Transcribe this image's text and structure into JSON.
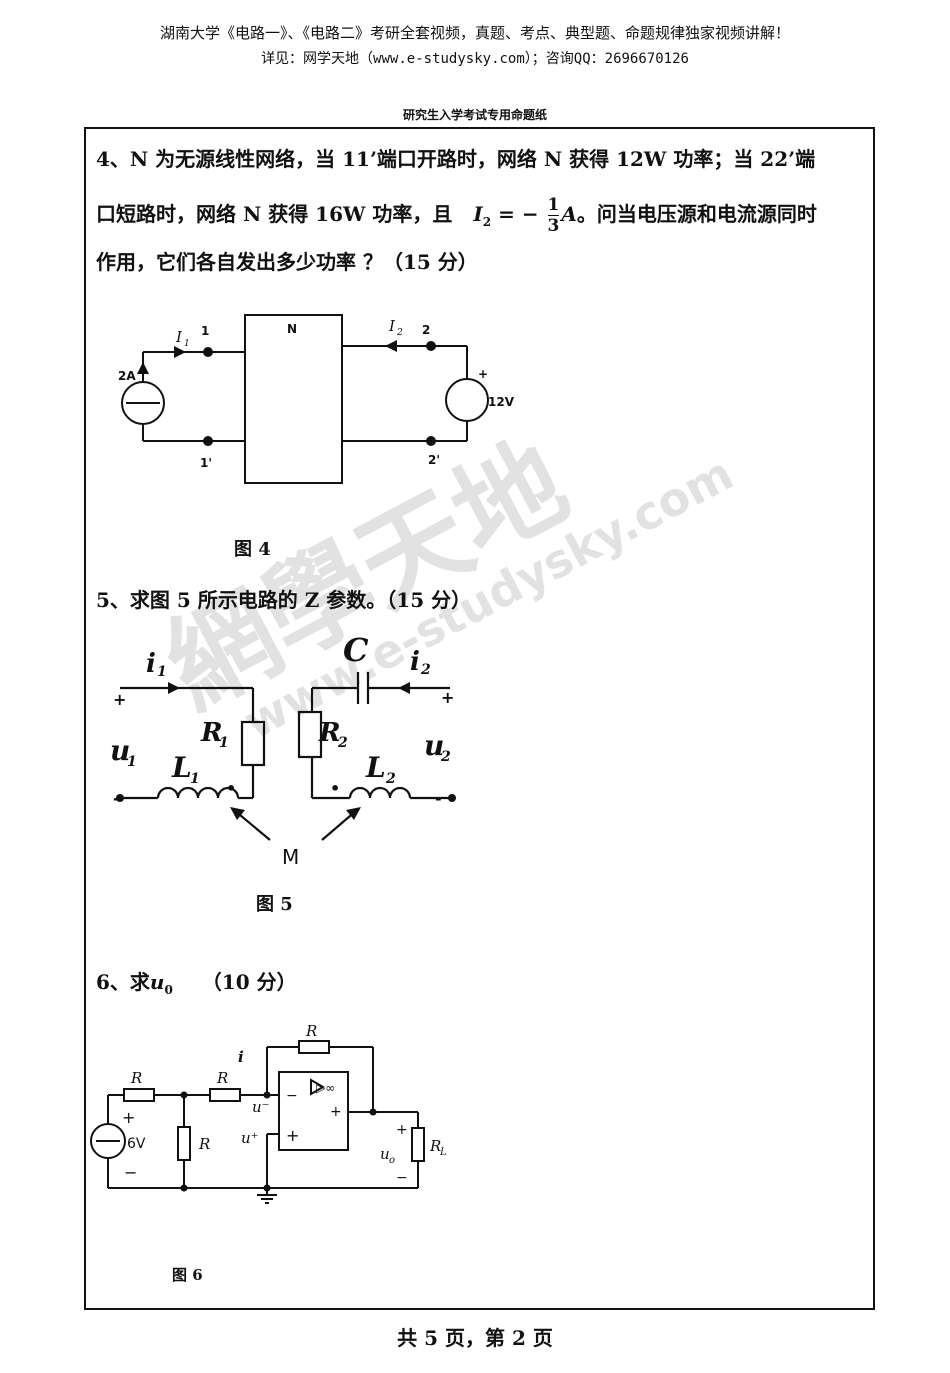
{
  "header": {
    "line1": "湖南大学《电路一》、《电路二》考研全套视频，真题、考点、典型题、命题规律独家视频讲解！",
    "line2": "详见：网学天地（www.e-studysky.com）；咨询QQ：2696670126"
  },
  "paper_title": "研究生入学考试专用命题纸",
  "q4": {
    "line1": "4、N 为无源线性网络，当 11’端口开路时，网络 N 获得 12W 功率；当 22’端",
    "line2a": "口短路时，网络 N 获得 16W 功率，且",
    "i2_sym": "I",
    "i2_sub": "2",
    "eq": "= −",
    "frac_num": "1",
    "frac_den": "3",
    "unit": "A",
    "line2b": "。问当电压源和电流源同时",
    "line3": "作用，它们各自发出多少功率 ？（15 分）",
    "fig": {
      "caption": "图 4",
      "box": "N",
      "I1": "I",
      "I1_sub": "1",
      "I2": "I",
      "I2_sub": "2",
      "p1": "1",
      "p1p": "1'",
      "p2": "2",
      "p2p": "2'",
      "isrc": "2A",
      "vsrc": "12V",
      "plus": "+"
    }
  },
  "q5": {
    "text": "5、求图 5 所示电路的 Z 参数。（15 分）",
    "fig": {
      "caption": "图 5",
      "i1": "i",
      "i1_sub": "1",
      "i2": "i",
      "i2_sub": "2",
      "C": "C",
      "R1": "R",
      "R1_sub": "1",
      "R2": "R",
      "R2_sub": "2",
      "L1": "L",
      "L1_sub": "1",
      "L2": "L",
      "L2_sub": "2",
      "u1": "u",
      "u1_sub": "1",
      "u2": "u",
      "u2_sub": "2",
      "M": "M",
      "plus": "+",
      "minus": "-",
      "dot": "•"
    }
  },
  "q6": {
    "text_prefix": "6、求",
    "u0": "u",
    "u0_sub": "0",
    "score": "（10 分）",
    "fig": {
      "caption": "图 6",
      "R": "R",
      "i": "i",
      "vsrc": "6V",
      "u_minus": "u⁻",
      "u_plus": "u⁺",
      "RL": "R",
      "RL_sub": "L",
      "uo": "u",
      "uo_sub": "o",
      "inf": "▷∞",
      "plus": "+",
      "minus": "−"
    }
  },
  "watermark": {
    "cn": "網學天地",
    "url": "www.e-studysky.com"
  },
  "footer": "共 5 页，第 2 页"
}
